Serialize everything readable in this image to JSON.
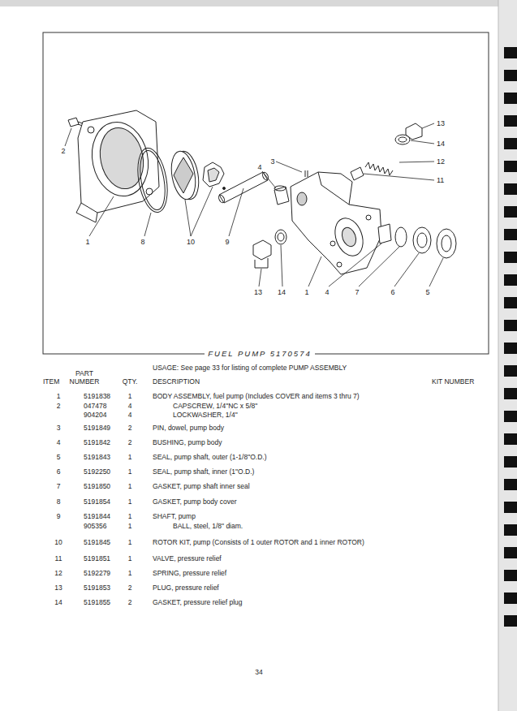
{
  "diagram": {
    "title": "FUEL PUMP 5170574",
    "labels": [
      "13",
      "14",
      "12",
      "11",
      "2",
      "3",
      "4",
      "1",
      "8",
      "10",
      "9",
      "13",
      "14",
      "1",
      "4",
      "7",
      "6",
      "5",
      "USAGE:  See page 33 for listing of complete PUMP ASSEMBLY",
      "PART NUMBER",
      "ITEM",
      "QTY.",
      "DESCRIPTION",
      "KIT NUMBER",
      "1",
      "5191838",
      "1",
      "BODY ASSEMBLY, fuel pump (Includes COVER and items 3 thru 7)",
      "2",
      "047478",
      "4",
      "CAPSCREW, 1/4\"NC x 5/8\"",
      "904204",
      "4",
      "LOCKWASHER, 1/4\"",
      "3",
      "5191849",
      "2",
      "PIN, dowel, pump body",
      "4",
      "5191842",
      "2",
      "BUSHING, pump body",
      "5",
      "5191843",
      "1",
      "SEAL, pump shaft, outer (1-1/8\"O.D.)",
      "6",
      "5192250",
      "1",
      "SEAL, pump shaft, inner (1\"O.D.)",
      "7",
      "5191850",
      "1",
      "GASKET, pump shaft inner seal",
      "8",
      "5191854",
      "1",
      "GASKET, pump body cover",
      "9",
      "5191844",
      "1",
      "SHAFT, pump",
      "905356",
      "1",
      "BALL, steel, 1/8\" diam.",
      "10",
      "5191845",
      "1",
      "ROTOR KIT, pump (Consists of 1 outer ROTOR and 1 inner ROTOR)",
      "11",
      "5191851",
      "1",
      "VALVE, pressure relief",
      "12",
      "5192279",
      "1",
      "SPRING, pressure relief",
      "13",
      "5191853",
      "2",
      "PLUG, pressure relief",
      "14",
      "5191855",
      "2",
      "GASKET, pressure relief plug",
      "34"
    ]
  }
}
